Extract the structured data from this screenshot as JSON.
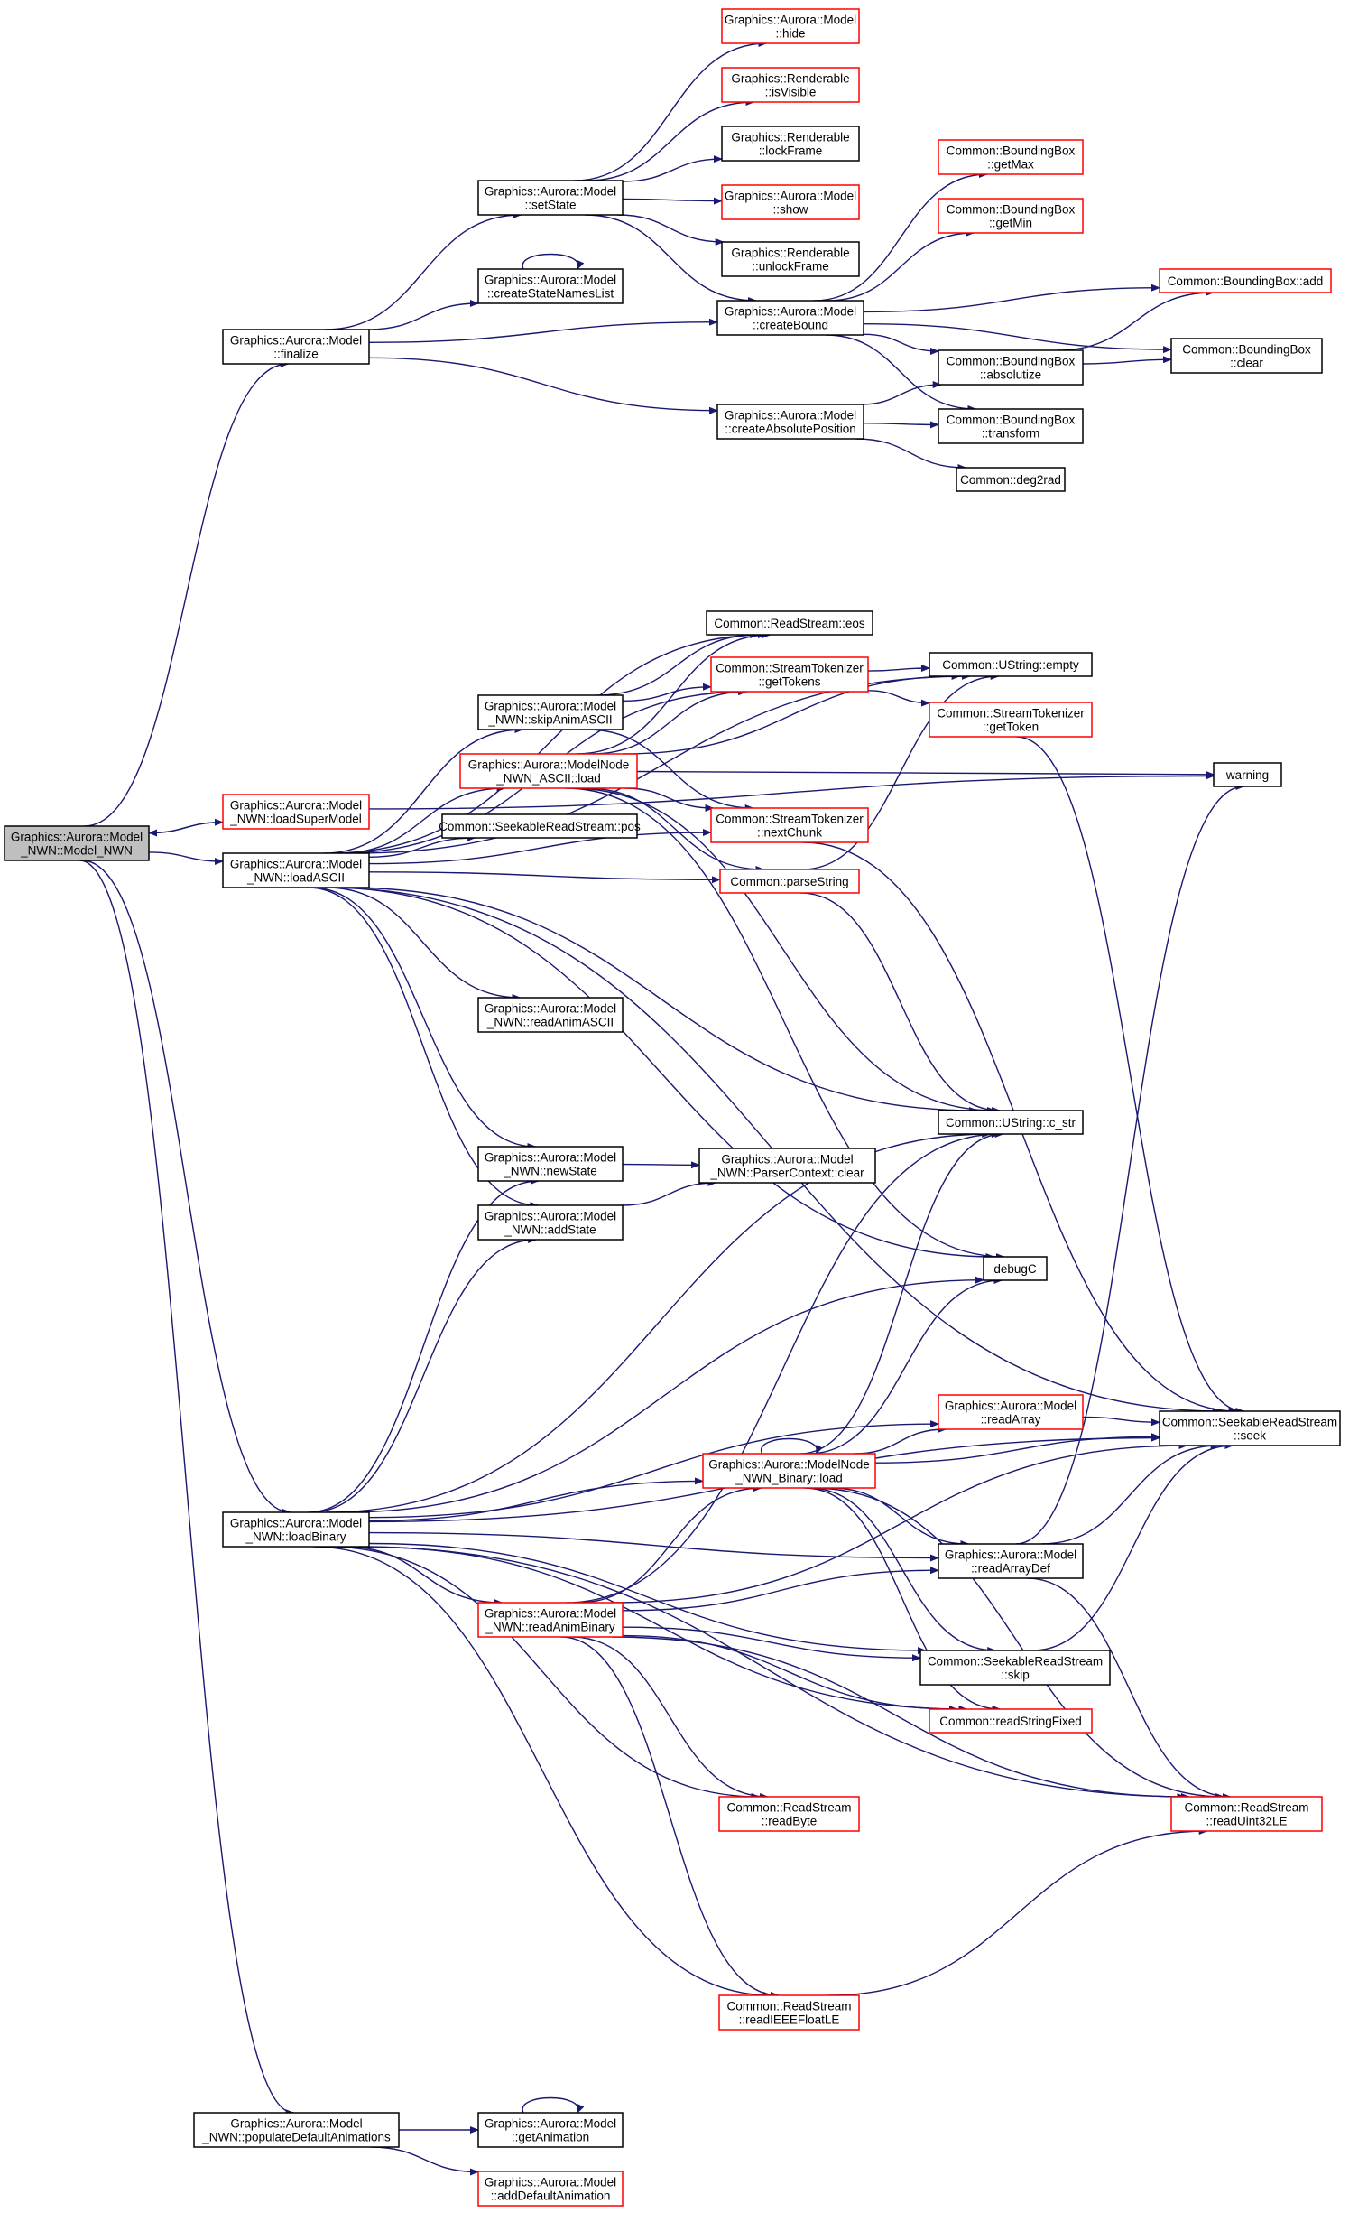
{
  "colors": {
    "edge": "#191970",
    "border_default": "#000000",
    "border_incomplete": "#ff0000",
    "root_fill": "#bfbfbf",
    "node_fill": "#ffffff"
  },
  "nodes": [
    {
      "id": "model_nwn",
      "lines": [
        "Graphics::Aurora::Model",
        "_NWN::Model_NWN"
      ],
      "status": "root"
    },
    {
      "id": "finalize",
      "lines": [
        "Graphics::Aurora::Model",
        "::finalize"
      ],
      "status": "normal"
    },
    {
      "id": "loadsupermodel",
      "lines": [
        "Graphics::Aurora::Model",
        "_NWN::loadSuperModel"
      ],
      "status": "red"
    },
    {
      "id": "loadascii",
      "lines": [
        "Graphics::Aurora::Model",
        "_NWN::loadASCII"
      ],
      "status": "normal"
    },
    {
      "id": "loadbinary",
      "lines": [
        "Graphics::Aurora::Model",
        "_NWN::loadBinary"
      ],
      "status": "normal"
    },
    {
      "id": "populate",
      "lines": [
        "Graphics::Aurora::Model",
        "_NWN::populateDefaultAnimations"
      ],
      "status": "normal"
    },
    {
      "id": "setstate",
      "lines": [
        "Graphics::Aurora::Model",
        "::setState"
      ],
      "status": "normal"
    },
    {
      "id": "createstatenames",
      "lines": [
        "Graphics::Aurora::Model",
        "::createStateNamesList"
      ],
      "status": "normal"
    },
    {
      "id": "skipanimascii",
      "lines": [
        "Graphics::Aurora::Model",
        "_NWN::skipAnimASCII"
      ],
      "status": "normal"
    },
    {
      "id": "modelnode_ascii_load",
      "lines": [
        "Graphics::Aurora::ModelNode",
        "_NWN_ASCII::load"
      ],
      "status": "red"
    },
    {
      "id": "seekable_pos",
      "lines": [
        "Common::SeekableReadStream::pos"
      ],
      "status": "normal"
    },
    {
      "id": "readanimascii",
      "lines": [
        "Graphics::Aurora::Model",
        "_NWN::readAnimASCII"
      ],
      "status": "normal"
    },
    {
      "id": "newstate",
      "lines": [
        "Graphics::Aurora::Model",
        "_NWN::newState"
      ],
      "status": "normal"
    },
    {
      "id": "addstate",
      "lines": [
        "Graphics::Aurora::Model",
        "_NWN::addState"
      ],
      "status": "normal"
    },
    {
      "id": "modelnode_binary_load",
      "lines": [
        "Graphics::Aurora::ModelNode",
        "_NWN_Binary::load"
      ],
      "status": "red"
    },
    {
      "id": "readanimbinary",
      "lines": [
        "Graphics::Aurora::Model",
        "_NWN::readAnimBinary"
      ],
      "status": "red"
    },
    {
      "id": "getanimation",
      "lines": [
        "Graphics::Aurora::Model",
        "::getAnimation"
      ],
      "status": "normal"
    },
    {
      "id": "adddefaultanimation",
      "lines": [
        "Graphics::Aurora::Model",
        "::addDefaultAnimation"
      ],
      "status": "red"
    },
    {
      "id": "hide",
      "lines": [
        "Graphics::Aurora::Model",
        "::hide"
      ],
      "status": "red"
    },
    {
      "id": "isvisible",
      "lines": [
        "Graphics::Renderable",
        "::isVisible"
      ],
      "status": "red"
    },
    {
      "id": "lockframe",
      "lines": [
        "Graphics::Renderable",
        "::lockFrame"
      ],
      "status": "normal"
    },
    {
      "id": "show",
      "lines": [
        "Graphics::Aurora::Model",
        "::show"
      ],
      "status": "red"
    },
    {
      "id": "unlockframe",
      "lines": [
        "Graphics::Renderable",
        "::unlockFrame"
      ],
      "status": "normal"
    },
    {
      "id": "createbound",
      "lines": [
        "Graphics::Aurora::Model",
        "::createBound"
      ],
      "status": "normal"
    },
    {
      "id": "createabspos",
      "lines": [
        "Graphics::Aurora::Model",
        "::createAbsolutePosition"
      ],
      "status": "normal"
    },
    {
      "id": "readstream_eos",
      "lines": [
        "Common::ReadStream::eos"
      ],
      "status": "normal"
    },
    {
      "id": "tokenizer_gettokens",
      "lines": [
        "Common::StreamTokenizer",
        "::getTokens"
      ],
      "status": "red"
    },
    {
      "id": "tokenizer_nextchunk",
      "lines": [
        "Common::StreamTokenizer",
        "::nextChunk"
      ],
      "status": "red"
    },
    {
      "id": "parsestring",
      "lines": [
        "Common::parseString"
      ],
      "status": "red"
    },
    {
      "id": "parsercontext_clear",
      "lines": [
        "Graphics::Aurora::Model",
        "_NWN::ParserContext::clear"
      ],
      "status": "normal"
    },
    {
      "id": "model_readarray",
      "lines": [
        "Graphics::Aurora::Model",
        "::readArray"
      ],
      "status": "red"
    },
    {
      "id": "model_readarraydef",
      "lines": [
        "Graphics::Aurora::Model",
        "::readArrayDef"
      ],
      "status": "normal"
    },
    {
      "id": "readstream_readbyte",
      "lines": [
        "Common::ReadStream",
        "::readByte"
      ],
      "status": "red"
    },
    {
      "id": "readstream_readieeefloat",
      "lines": [
        "Common::ReadStream",
        "::readIEEEFloatLE"
      ],
      "status": "red"
    },
    {
      "id": "bb_getmax",
      "lines": [
        "Common::BoundingBox",
        "::getMax"
      ],
      "status": "red"
    },
    {
      "id": "bb_getmin",
      "lines": [
        "Common::BoundingBox",
        "::getMin"
      ],
      "status": "red"
    },
    {
      "id": "bb_absolutize",
      "lines": [
        "Common::BoundingBox",
        "::absolutize"
      ],
      "status": "normal"
    },
    {
      "id": "bb_transform",
      "lines": [
        "Common::BoundingBox",
        "::transform"
      ],
      "status": "normal"
    },
    {
      "id": "deg2rad",
      "lines": [
        "Common::deg2rad"
      ],
      "status": "normal"
    },
    {
      "id": "ustring_empty",
      "lines": [
        "Common::UString::empty"
      ],
      "status": "normal"
    },
    {
      "id": "tokenizer_gettoken",
      "lines": [
        "Common::StreamTokenizer",
        "::getToken"
      ],
      "status": "red"
    },
    {
      "id": "ustring_cstr",
      "lines": [
        "Common::UString::c_str"
      ],
      "status": "normal"
    },
    {
      "id": "debugc",
      "lines": [
        "debugC"
      ],
      "status": "normal"
    },
    {
      "id": "seekable_skip",
      "lines": [
        "Common::SeekableReadStream",
        "::skip"
      ],
      "status": "normal"
    },
    {
      "id": "readstringfixed",
      "lines": [
        "Common::readStringFixed"
      ],
      "status": "red"
    },
    {
      "id": "bb_add",
      "lines": [
        "Common::BoundingBox::add"
      ],
      "status": "red"
    },
    {
      "id": "bb_clear",
      "lines": [
        "Common::BoundingBox",
        "::clear"
      ],
      "status": "normal"
    },
    {
      "id": "warning",
      "lines": [
        "warning"
      ],
      "status": "normal"
    },
    {
      "id": "seekable_seek",
      "lines": [
        "Common::SeekableReadStream",
        "::seek"
      ],
      "status": "normal"
    },
    {
      "id": "readstream_readuint32",
      "lines": [
        "Common::ReadStream",
        "::readUint32LE"
      ],
      "status": "red"
    }
  ],
  "edges": [
    {
      "from": "model_nwn",
      "to": "finalize"
    },
    {
      "from": "model_nwn",
      "to": "loadsupermodel"
    },
    {
      "from": "model_nwn",
      "to": "loadascii"
    },
    {
      "from": "model_nwn",
      "to": "loadbinary"
    },
    {
      "from": "model_nwn",
      "to": "populate"
    },
    {
      "from": "loadsupermodel",
      "to": "model_nwn"
    },
    {
      "from": "loadsupermodel",
      "to": "warning"
    },
    {
      "from": "finalize",
      "to": "setstate"
    },
    {
      "from": "finalize",
      "to": "createstatenames"
    },
    {
      "from": "finalize",
      "to": "createbound"
    },
    {
      "from": "finalize",
      "to": "createabspos"
    },
    {
      "from": "createstatenames",
      "to": "createstatenames"
    },
    {
      "from": "setstate",
      "to": "hide"
    },
    {
      "from": "setstate",
      "to": "isvisible"
    },
    {
      "from": "setstate",
      "to": "lockframe"
    },
    {
      "from": "setstate",
      "to": "show"
    },
    {
      "from": "setstate",
      "to": "unlockframe"
    },
    {
      "from": "setstate",
      "to": "createbound"
    },
    {
      "from": "createbound",
      "to": "bb_getmax"
    },
    {
      "from": "createbound",
      "to": "bb_getmin"
    },
    {
      "from": "createbound",
      "to": "bb_add"
    },
    {
      "from": "createbound",
      "to": "bb_clear"
    },
    {
      "from": "createbound",
      "to": "bb_absolutize"
    },
    {
      "from": "createbound",
      "to": "bb_transform"
    },
    {
      "from": "createabspos",
      "to": "bb_absolutize"
    },
    {
      "from": "createabspos",
      "to": "bb_transform"
    },
    {
      "from": "createabspos",
      "to": "deg2rad"
    },
    {
      "from": "bb_absolutize",
      "to": "bb_add"
    },
    {
      "from": "bb_absolutize",
      "to": "bb_clear"
    },
    {
      "from": "loadascii",
      "to": "readstream_eos"
    },
    {
      "from": "loadascii",
      "to": "ustring_empty"
    },
    {
      "from": "loadascii",
      "to": "tokenizer_gettokens"
    },
    {
      "from": "loadascii",
      "to": "skipanimascii"
    },
    {
      "from": "loadascii",
      "to": "modelnode_ascii_load"
    },
    {
      "from": "loadascii",
      "to": "seekable_pos"
    },
    {
      "from": "loadascii",
      "to": "tokenizer_nextchunk"
    },
    {
      "from": "loadascii",
      "to": "parsestring"
    },
    {
      "from": "loadascii",
      "to": "readanimascii"
    },
    {
      "from": "loadascii",
      "to": "ustring_cstr"
    },
    {
      "from": "loadascii",
      "to": "debugc"
    },
    {
      "from": "loadascii",
      "to": "newstate"
    },
    {
      "from": "loadascii",
      "to": "addstate"
    },
    {
      "from": "loadascii",
      "to": "seekable_seek"
    },
    {
      "from": "skipanimascii",
      "to": "readstream_eos"
    },
    {
      "from": "skipanimascii",
      "to": "tokenizer_gettokens"
    },
    {
      "from": "skipanimascii",
      "to": "tokenizer_nextchunk"
    },
    {
      "from": "modelnode_ascii_load",
      "to": "readstream_eos"
    },
    {
      "from": "modelnode_ascii_load",
      "to": "tokenizer_gettokens"
    },
    {
      "from": "modelnode_ascii_load",
      "to": "ustring_empty"
    },
    {
      "from": "modelnode_ascii_load",
      "to": "warning"
    },
    {
      "from": "modelnode_ascii_load",
      "to": "tokenizer_nextchunk"
    },
    {
      "from": "modelnode_ascii_load",
      "to": "parsestring"
    },
    {
      "from": "modelnode_ascii_load",
      "to": "ustring_cstr"
    },
    {
      "from": "modelnode_ascii_load",
      "to": "debugc"
    },
    {
      "from": "tokenizer_gettokens",
      "to": "ustring_empty"
    },
    {
      "from": "tokenizer_gettokens",
      "to": "tokenizer_gettoken"
    },
    {
      "from": "tokenizer_gettoken",
      "to": "seekable_seek"
    },
    {
      "from": "tokenizer_nextchunk",
      "to": "seekable_seek"
    },
    {
      "from": "parsestring",
      "to": "ustring_empty"
    },
    {
      "from": "parsestring",
      "to": "ustring_cstr"
    },
    {
      "from": "newstate",
      "to": "parsercontext_clear"
    },
    {
      "from": "addstate",
      "to": "parsercontext_clear"
    },
    {
      "from": "loadbinary",
      "to": "newstate"
    },
    {
      "from": "loadbinary",
      "to": "addstate"
    },
    {
      "from": "loadbinary",
      "to": "ustring_cstr"
    },
    {
      "from": "loadbinary",
      "to": "debugc"
    },
    {
      "from": "loadbinary",
      "to": "model_readarray"
    },
    {
      "from": "loadbinary",
      "to": "modelnode_binary_load"
    },
    {
      "from": "loadbinary",
      "to": "model_readarraydef"
    },
    {
      "from": "loadbinary",
      "to": "readanimbinary"
    },
    {
      "from": "loadbinary",
      "to": "seekable_skip"
    },
    {
      "from": "loadbinary",
      "to": "readstringfixed"
    },
    {
      "from": "loadbinary",
      "to": "readstream_readbyte"
    },
    {
      "from": "loadbinary",
      "to": "seekable_seek"
    },
    {
      "from": "loadbinary",
      "to": "readstream_readieeefloat"
    },
    {
      "from": "loadbinary",
      "to": "readstream_readuint32"
    },
    {
      "from": "modelnode_binary_load",
      "to": "modelnode_binary_load"
    },
    {
      "from": "modelnode_binary_load",
      "to": "ustring_cstr"
    },
    {
      "from": "modelnode_binary_load",
      "to": "debugc"
    },
    {
      "from": "modelnode_binary_load",
      "to": "model_readarray"
    },
    {
      "from": "modelnode_binary_load",
      "to": "seekable_seek"
    },
    {
      "from": "modelnode_binary_load",
      "to": "model_readarraydef"
    },
    {
      "from": "modelnode_binary_load",
      "to": "seekable_skip"
    },
    {
      "from": "modelnode_binary_load",
      "to": "readstringfixed"
    },
    {
      "from": "modelnode_binary_load",
      "to": "readstream_readuint32"
    },
    {
      "from": "readanimbinary",
      "to": "ustring_cstr"
    },
    {
      "from": "readanimbinary",
      "to": "modelnode_binary_load"
    },
    {
      "from": "readanimbinary",
      "to": "model_readarraydef"
    },
    {
      "from": "readanimbinary",
      "to": "seekable_seek"
    },
    {
      "from": "readanimbinary",
      "to": "seekable_skip"
    },
    {
      "from": "readanimbinary",
      "to": "readstringfixed"
    },
    {
      "from": "readanimbinary",
      "to": "readstream_readuint32"
    },
    {
      "from": "readanimbinary",
      "to": "readstream_readbyte"
    },
    {
      "from": "readanimbinary",
      "to": "readstream_readieeefloat"
    },
    {
      "from": "model_readarray",
      "to": "seekable_seek"
    },
    {
      "from": "model_readarraydef",
      "to": "warning"
    },
    {
      "from": "model_readarraydef",
      "to": "seekable_seek"
    },
    {
      "from": "model_readarraydef",
      "to": "readstream_readuint32"
    },
    {
      "from": "seekable_skip",
      "to": "seekable_seek"
    },
    {
      "from": "readstream_readieeefloat",
      "to": "readstream_readuint32"
    },
    {
      "from": "populate",
      "to": "getanimation"
    },
    {
      "from": "populate",
      "to": "adddefaultanimation"
    },
    {
      "from": "getanimation",
      "to": "getanimation"
    }
  ]
}
